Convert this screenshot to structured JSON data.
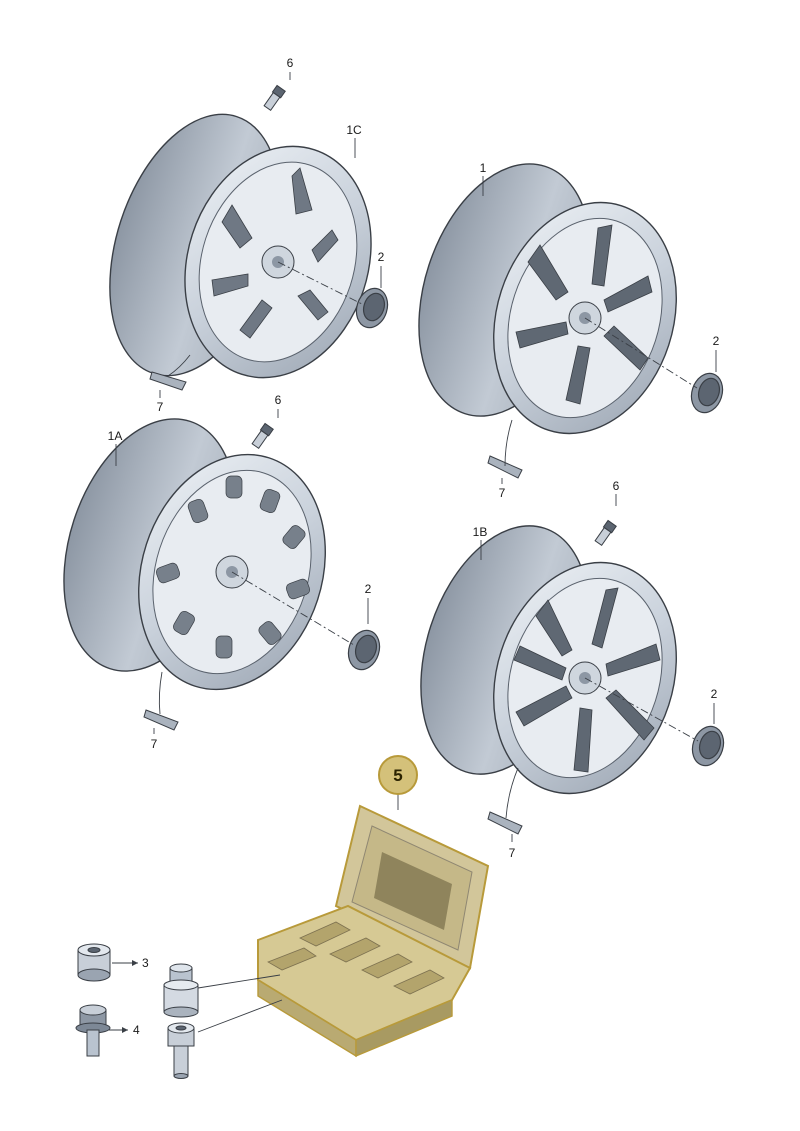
{
  "labels": {
    "wheel_1": "1",
    "wheel_1a": "1A",
    "wheel_1b": "1B",
    "wheel_1c": "1C",
    "cap": "2",
    "nut": "3",
    "bolt": "4",
    "kit": "5",
    "valve": "6",
    "weight": "7"
  },
  "colors": {
    "highlight_fill": "#d4c17a",
    "highlight_stroke": "#b89a3a",
    "kit_fill": "#c7bfa8",
    "kit_dark": "#8f8772",
    "rim_light": "#dde4ec",
    "rim_mid": "#b9c3cf",
    "rim_dark": "#7d8896",
    "line": "#3a3f46"
  }
}
